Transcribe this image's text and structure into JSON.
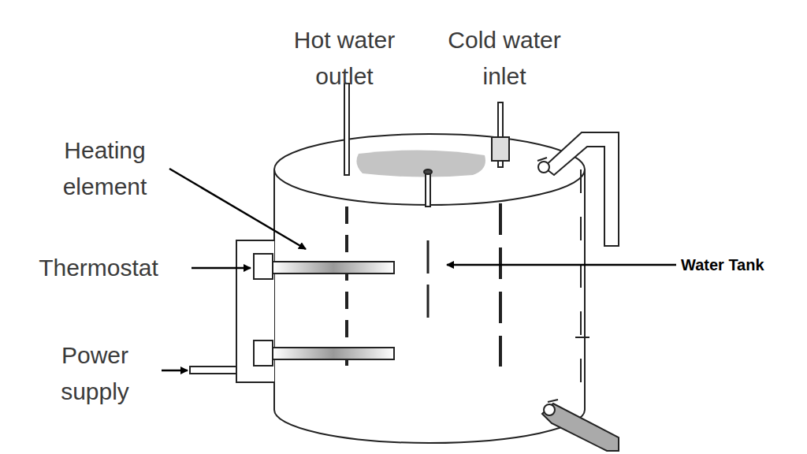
{
  "diagram": {
    "labels": [
      "Hot water outlet",
      "Cold water inlet",
      "Heating element",
      "Thermostat",
      "Power supply",
      "Water Tank"
    ]
  }
}
